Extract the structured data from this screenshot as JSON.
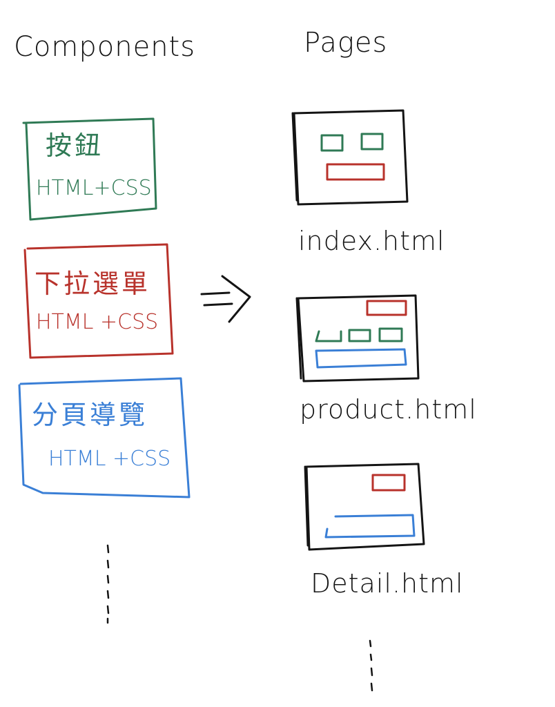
{
  "headings": {
    "components": "Components",
    "pages": "Pages"
  },
  "components": [
    {
      "title": "按鈕",
      "subtitle": "HTML+CSS",
      "color": "#2f7a55"
    },
    {
      "title": "下拉選單",
      "subtitle": "HTML +CSS",
      "color": "#b8322b"
    },
    {
      "title": "分頁導覽",
      "subtitle": "HTML +CSS",
      "color": "#3a7fd6"
    }
  ],
  "pages": [
    {
      "label": "index.html"
    },
    {
      "label": "product.html"
    },
    {
      "label": "Detail.html"
    }
  ],
  "colors": {
    "ink": "#141414",
    "green": "#2f7a55",
    "red": "#b8322b",
    "blue": "#3a7fd6"
  }
}
